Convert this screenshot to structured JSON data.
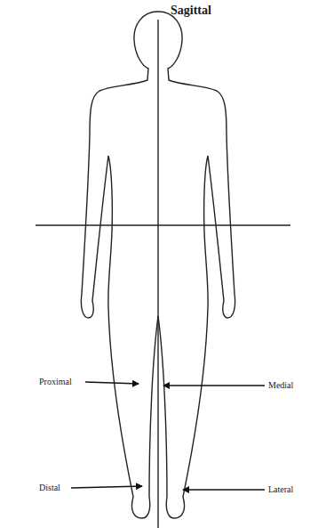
{
  "diagram": {
    "labels": [
      "Sagittal",
      "Proximal",
      "Medial",
      "Distal",
      "Lateral"
    ]
  }
}
